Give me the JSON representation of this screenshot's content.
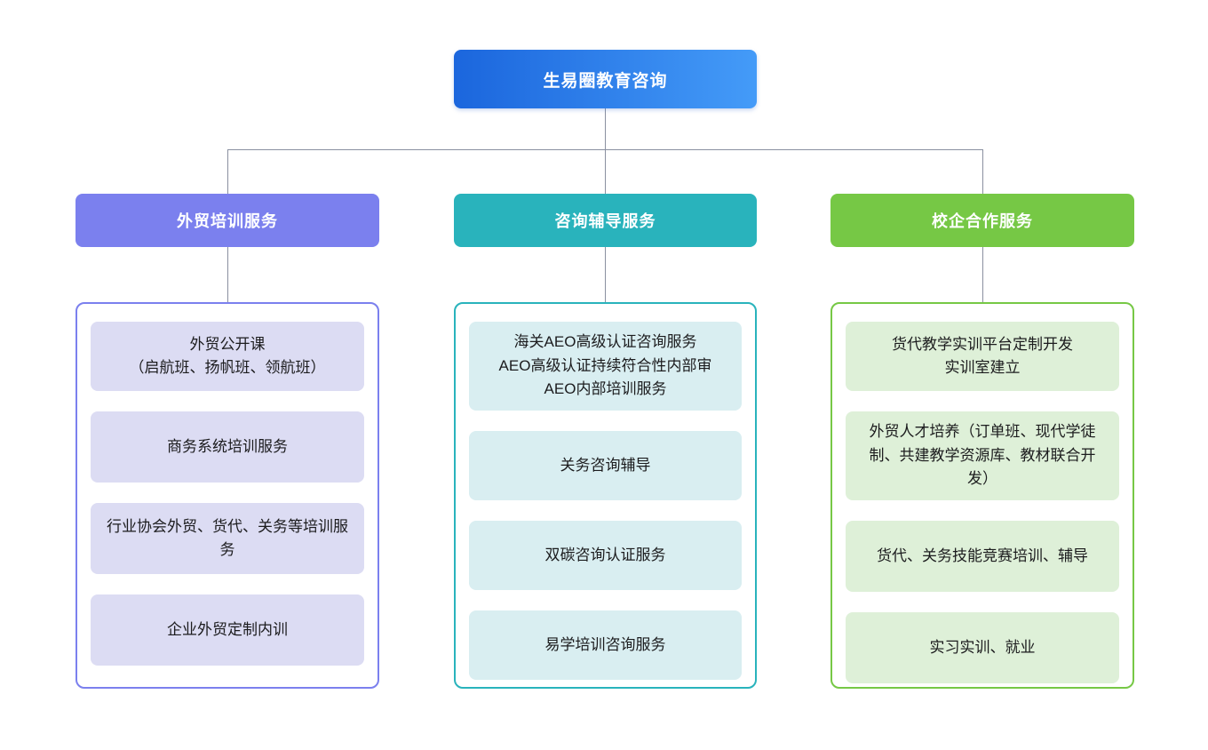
{
  "diagram": {
    "root": {
      "label": "生易圈教育咨询",
      "gradient_css": "linear-gradient(90deg, #1b66dd, #449bf8)"
    },
    "connector_color": "#8a90a0",
    "branches": [
      {
        "label": "外贸培训服务",
        "color": "#7b80ee",
        "item_bg": "#dcdcf3",
        "items": [
          "外贸公开课\n（启航班、扬帆班、领航班）",
          "商务系统培训服务",
          "行业协会外贸、货代、关务等培训服务",
          "企业外贸定制内训"
        ]
      },
      {
        "label": "咨询辅导服务",
        "color": "#29b3bc",
        "item_bg": "#d9eef1",
        "items": [
          "海关AEO高级认证咨询服务\nAEO高级认证持续符合性内部审\nAEO内部培训服务",
          "关务咨询辅导",
          "双碳咨询认证服务",
          "易学培训咨询服务"
        ]
      },
      {
        "label": "校企合作服务",
        "color": "#76c845",
        "item_bg": "#def0d8",
        "items": [
          "货代教学实训平台定制开发\n实训室建立",
          "外贸人才培养（订单班、现代学徒制、共建教学资源库、教材联合开发）",
          "货代、关务技能竞赛培训、辅导",
          "实习实训、就业"
        ]
      }
    ]
  }
}
